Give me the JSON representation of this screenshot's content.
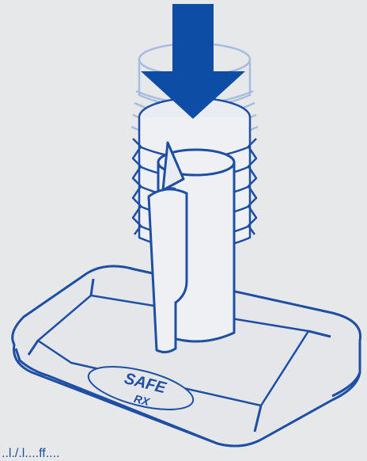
{
  "illustration": {
    "alt": "Device being pressed down onto base"
  },
  "logo": {
    "line1": "SAFE",
    "line2": "RX"
  },
  "caption": {
    "text": "..l./.l....ff...."
  },
  "colors": {
    "background": "#e7e8ea",
    "stroke": "#1f4fa3",
    "arrow": "#0d4da6",
    "ghost": "#a8bce0"
  },
  "icons": {
    "arrow": "down-arrow-icon"
  }
}
